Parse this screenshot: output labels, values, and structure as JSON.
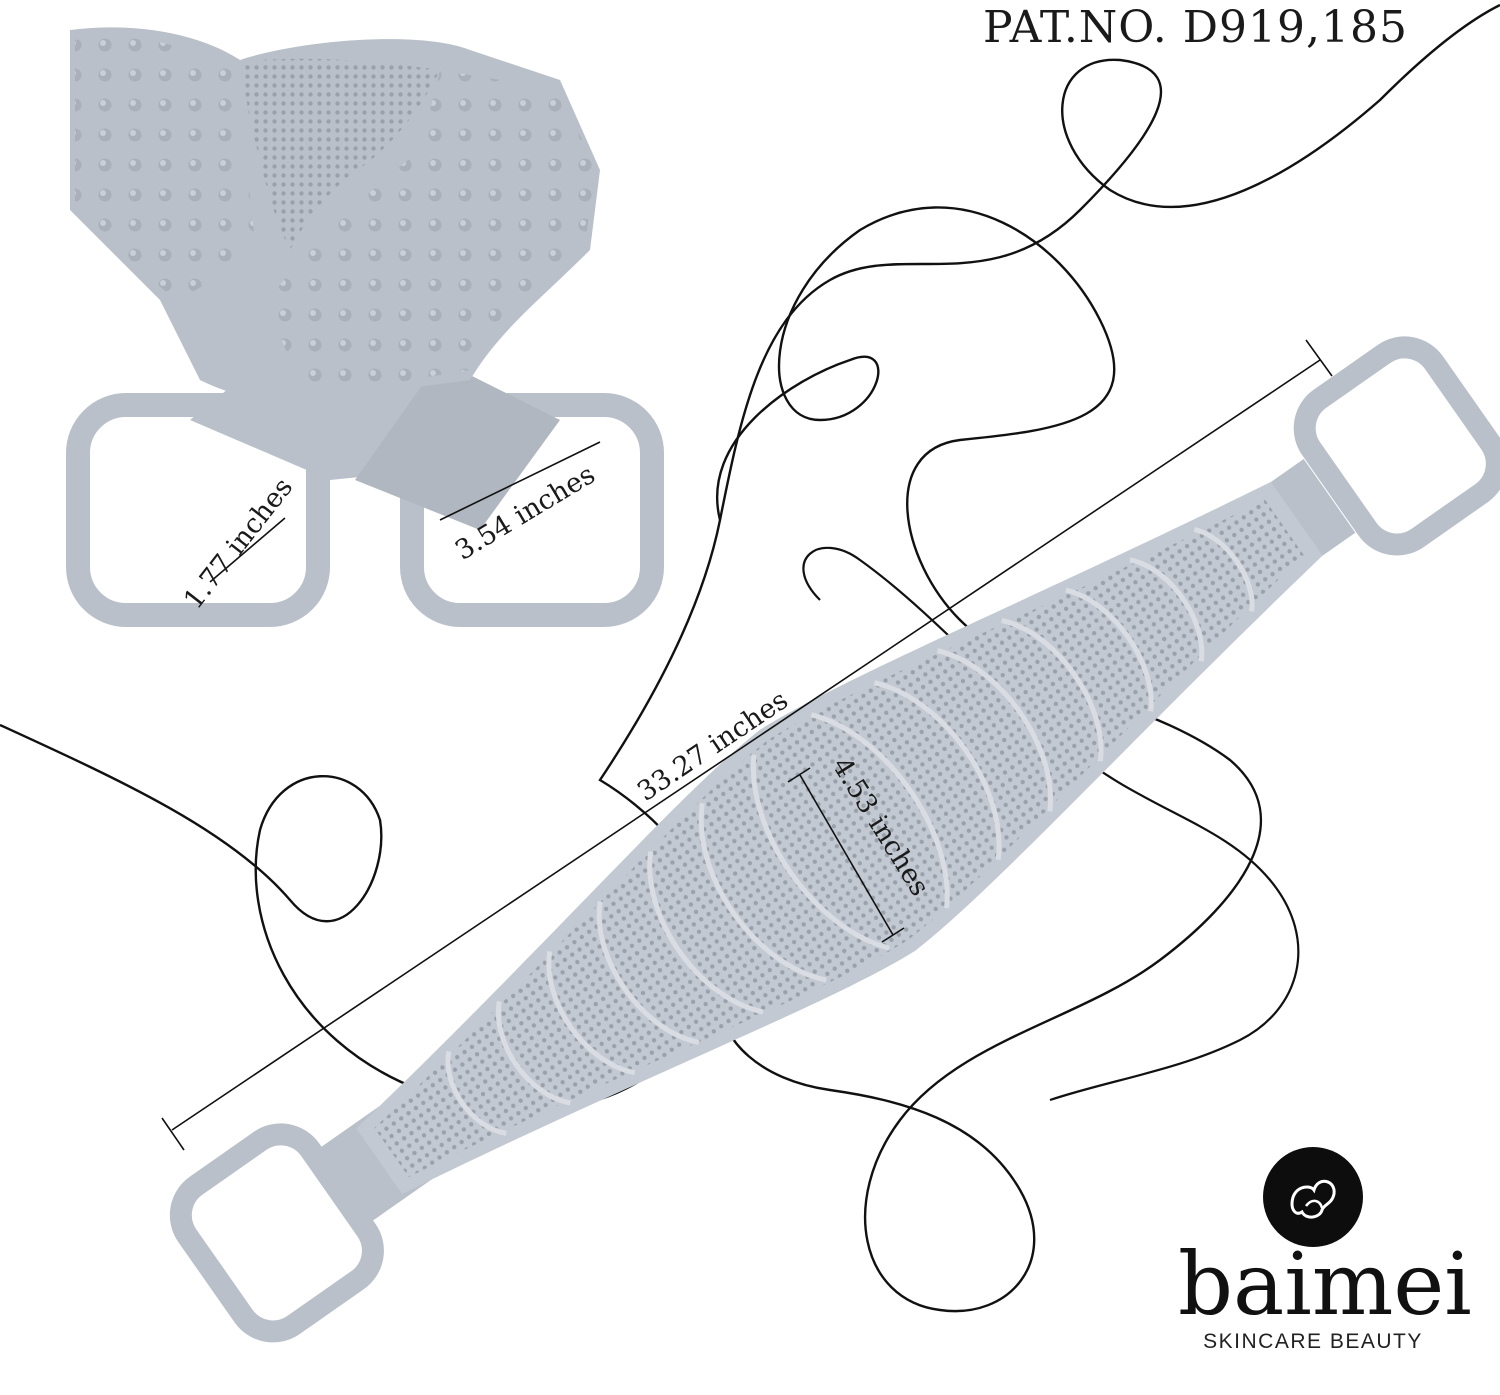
{
  "patent_label": "PAT.NO. D919,185",
  "dimensions": {
    "handle_width": "1.77 inches",
    "handle_length": "3.54 inches",
    "total_length": "33.27 inches",
    "pad_width": "4.53 inches"
  },
  "brand": {
    "name": "baimei",
    "tagline": "SKINCARE BEAUTY",
    "logo_icon": "baimei-logo-icon"
  },
  "colors": {
    "product_gray": "#b9c0ca",
    "bristle_gray": "#9aa1ab",
    "line_black": "#111111",
    "logo_black": "#0d0d0d"
  }
}
